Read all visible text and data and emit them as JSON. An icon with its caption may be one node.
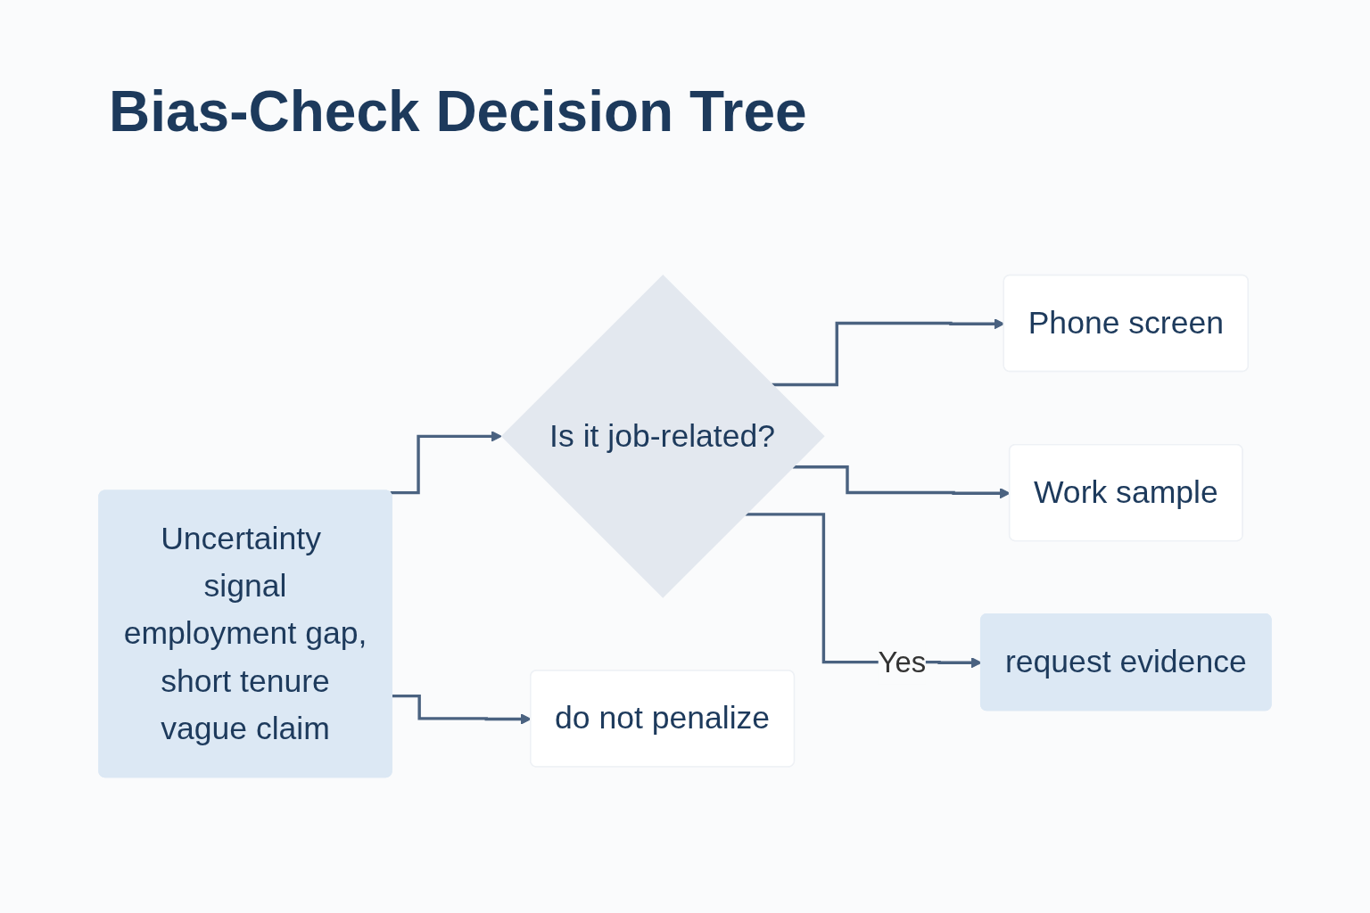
{
  "diagram": {
    "title": "Bias-Check Decision Tree",
    "nodes": [
      {
        "text": [
          "Uncertainty signal",
          "employment gap,",
          "short tenure",
          "vague claim"
        ]
      },
      {
        "text": [
          "Is it job-related?"
        ]
      },
      {
        "text": [
          "Phone screen"
        ]
      },
      {
        "text": [
          "Work sample"
        ]
      },
      {
        "text": [
          "do not penalize"
        ]
      },
      {
        "text": [
          "request evidence"
        ]
      }
    ],
    "edges": [
      {
        "from": 0,
        "to": 1,
        "arrow": "to"
      },
      {
        "from": 1,
        "to": 2,
        "arrow": "to"
      },
      {
        "from": 1,
        "to": 3,
        "arrow": "to"
      },
      {
        "from": 0,
        "to": 4,
        "arrow": "to"
      },
      {
        "from": 1,
        "to": 5,
        "label": "Yes",
        "arrow": "to"
      }
    ]
  }
}
